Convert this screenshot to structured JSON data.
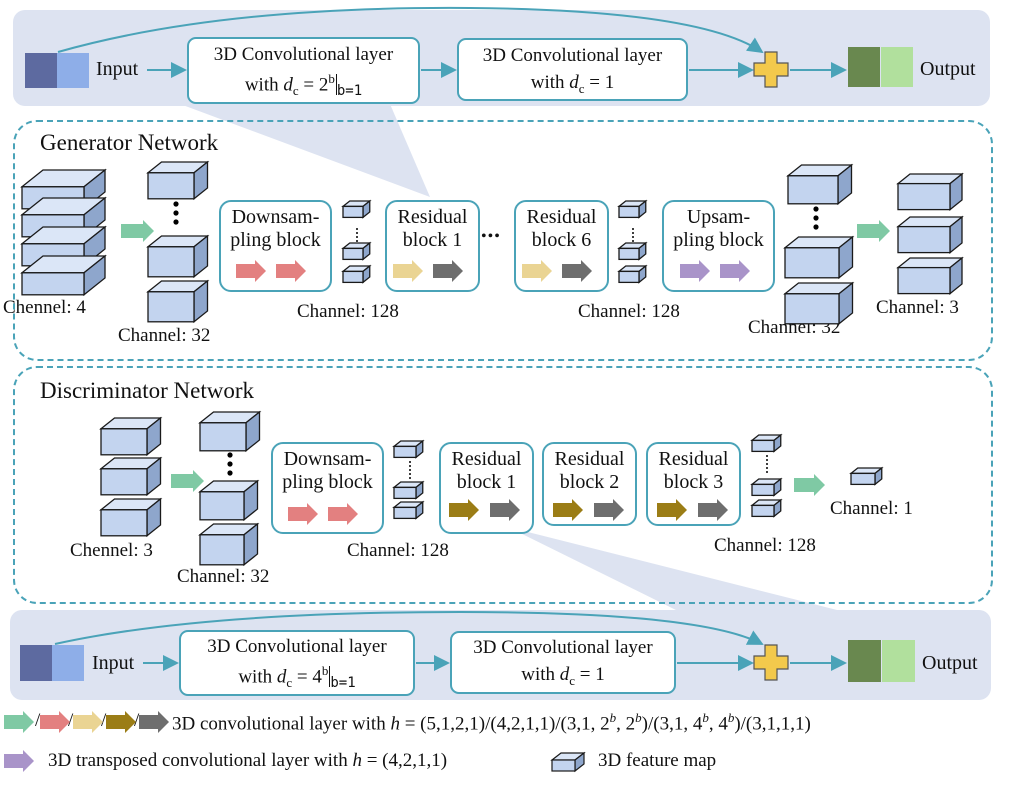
{
  "colors": {
    "panel_bg": "#dde3f1",
    "border": "#4aa3b8",
    "cube_face": "#c3d4ef",
    "cube_top": "#dbe6f7",
    "cube_side": "#8ea6cc",
    "green": "#7fc9a4",
    "red": "#e38080",
    "yellow": "#ead493",
    "olive": "#9b7d16",
    "gray": "#6e6e6e",
    "purple": "#a994c9",
    "plus": "#f3c94c",
    "input_dark": "#5d6aa0",
    "input_light": "#8eaee8",
    "output_dark": "#69884f",
    "output_light": "#b1e09d"
  },
  "top_panel": {
    "input_label": "Input",
    "output_label": "Output",
    "conv1": {
      "line1": "3D Convolutional layer",
      "with": "with",
      "var": "d",
      "sub": "c",
      "eq": " = 2",
      "sup": "b",
      "bar_sub": "b=1"
    },
    "conv2": {
      "line1": "3D Convolutional layer",
      "with": "with",
      "var": "d",
      "sub": "c",
      "eq": " = 1"
    }
  },
  "generator": {
    "title": "Generator Network",
    "downsampling": {
      "line1": "Downsam-",
      "line2": "pling block"
    },
    "residual1": {
      "line1": "Residual",
      "line2": "block 1"
    },
    "ellipsis": "•••",
    "residual6": {
      "line1": "Residual",
      "line2": "block 6"
    },
    "upsampling": {
      "line1": "Upsam-",
      "line2": "pling block"
    },
    "labels": [
      "Chennel: 4",
      "Channel: 32",
      "Channel: 128",
      "Channel: 128",
      "Channel: 32",
      "Channel: 3"
    ]
  },
  "discriminator": {
    "title": "Discriminator Network",
    "downsampling": {
      "line1": "Downsam-",
      "line2": "pling block"
    },
    "residual1": {
      "line1": "Residual",
      "line2": "block 1"
    },
    "residual2": {
      "line1": "Residual",
      "line2": "block 2"
    },
    "residual3": {
      "line1": "Residual",
      "line2": "block 3"
    },
    "labels": [
      "Chennel: 3",
      "Channel: 32",
      "Channel: 128",
      "Channel: 128",
      "Channel: 1"
    ]
  },
  "bottom_panel": {
    "input_label": "Input",
    "output_label": "Output",
    "conv1": {
      "line1": "3D Convolutional layer",
      "with": "with",
      "var": "d",
      "sub": "c",
      "eq": " = 4",
      "sup": "b",
      "bar_sub": "b=1"
    },
    "conv2": {
      "line1": "3D Convolutional layer",
      "with": "with",
      "var": "d",
      "sub": "c",
      "eq": " = 1"
    }
  },
  "legend": {
    "line1_text": "3D convolutional layer with",
    "line1_h": "h",
    "line1_formula": " = (5,1,2,1)/(4,2,1,1)/(3,1, 2",
    "line1_f2": ", 2",
    "line1_f3": ")/(3,1, 4",
    "line1_f4": ", 4",
    "line1_f5": ")/(3,1,1,1)",
    "sup_b": "b",
    "slash": "/",
    "line2_text": "3D transposed convolutional layer with",
    "line2_h": "h",
    "line2_formula": " = (4,2,1,1)",
    "line2_feature": "3D feature map"
  }
}
